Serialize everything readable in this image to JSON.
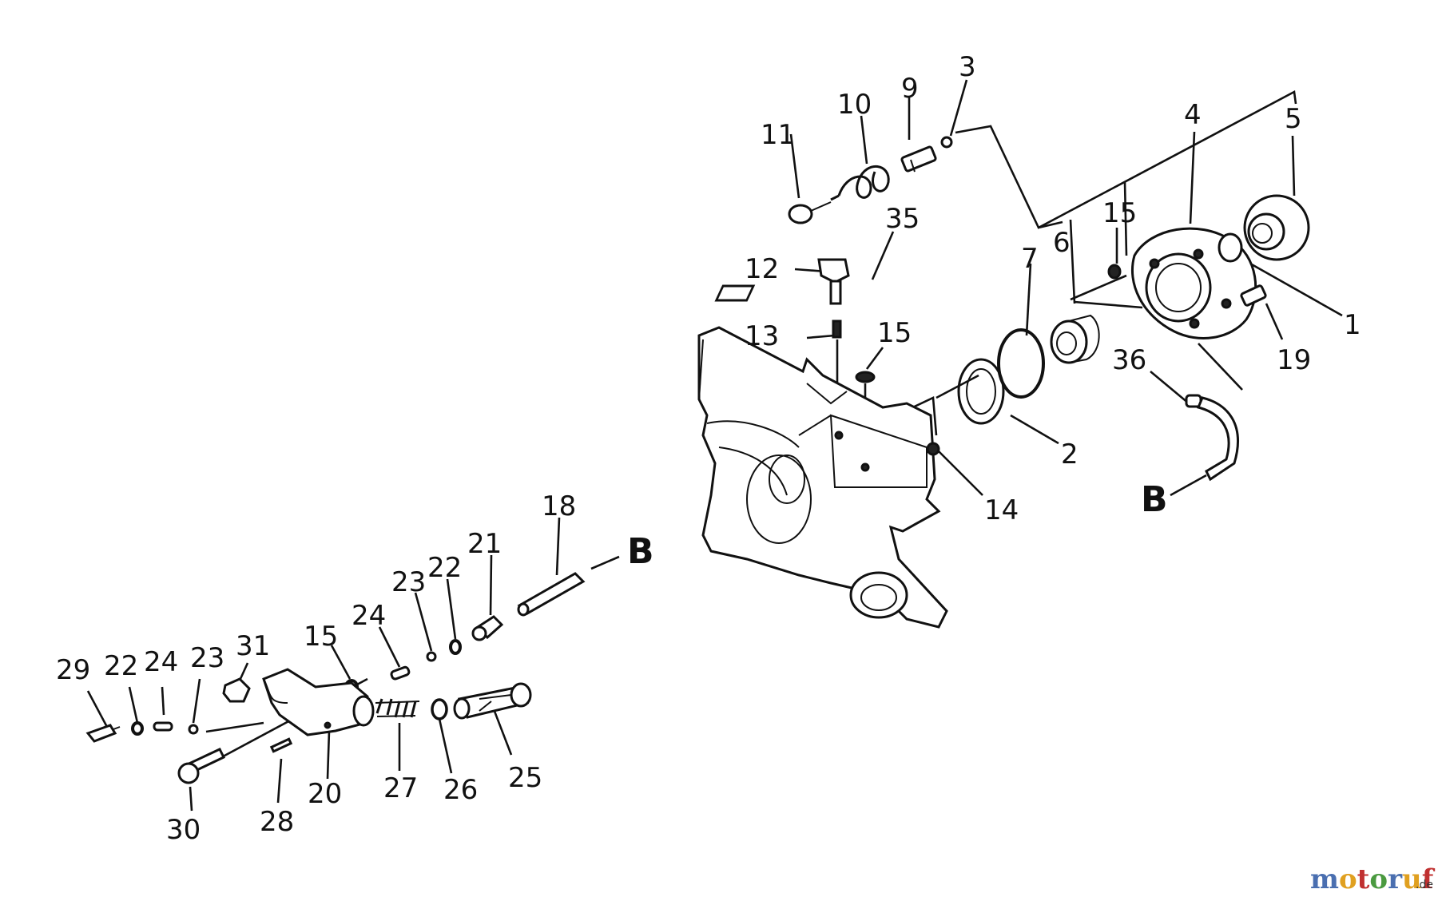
{
  "labels": {
    "n1": "1",
    "n2": "2",
    "n3": "3",
    "n4": "4",
    "n5": "5",
    "n6": "6",
    "n7": "7",
    "n9": "9",
    "n10": "10",
    "n11": "11",
    "n12": "12",
    "n13": "13",
    "n14": "14",
    "n15a": "15",
    "n15b": "15",
    "n15c": "15",
    "n18": "18",
    "n19": "19",
    "n20": "20",
    "n21": "21",
    "n22a": "22",
    "n22b": "22",
    "n23a": "23",
    "n23b": "23",
    "n24a": "24",
    "n24b": "24",
    "n25": "25",
    "n26": "26",
    "n27": "27",
    "n28": "28",
    "n29": "29",
    "n30": "30",
    "n31": "31",
    "n35": "35",
    "n36": "36",
    "b_left": "B",
    "b_right": "B"
  },
  "watermark": {
    "brand": "motoruf",
    "tld": ".de",
    "colors": {
      "m": "#4a6fb0",
      "o": "#e0a020",
      "t": "#c03030",
      "r": "#4a9a40",
      "u": "#4a6fb0",
      "f": "#c03030"
    }
  }
}
